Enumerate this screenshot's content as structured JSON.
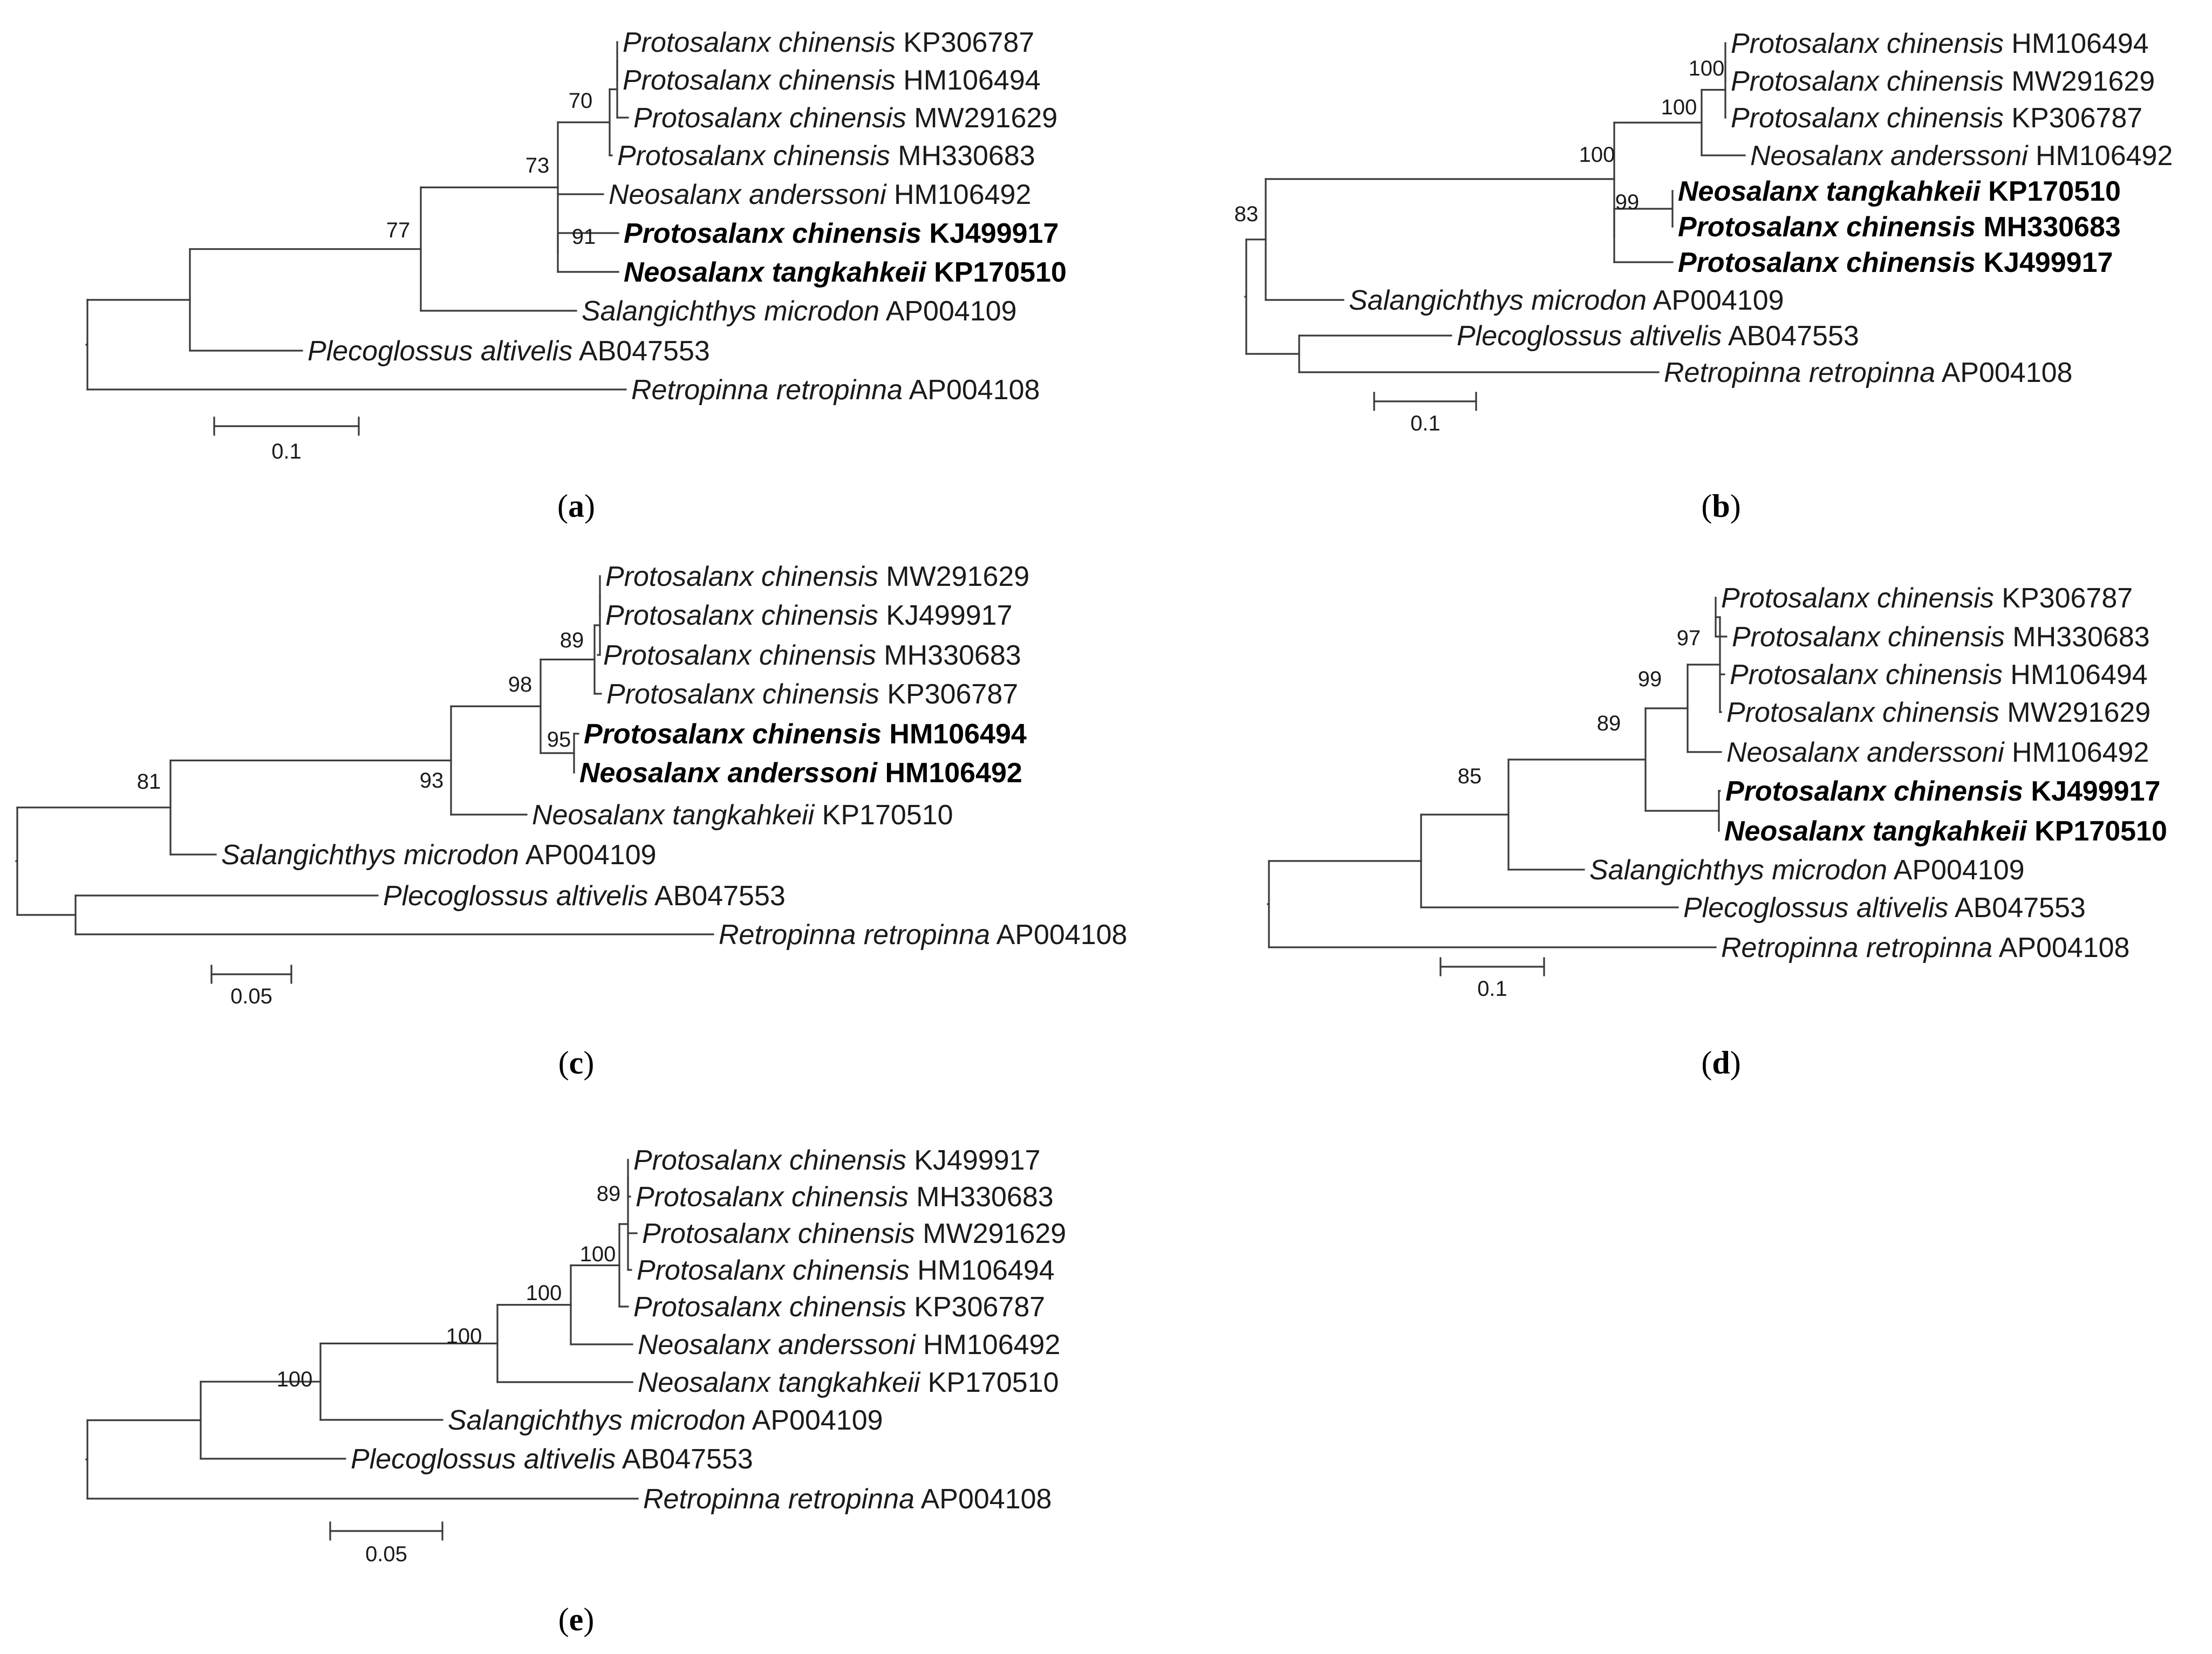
{
  "panels": [
    {
      "id": "a",
      "label": "a",
      "scale": "0.1",
      "leaves": [
        {
          "id": "P_KP306787",
          "species": "Protosalanx chinensis",
          "accession": "KP306787",
          "bold": false
        },
        {
          "id": "P_HM106494",
          "species": "Protosalanx chinensis",
          "accession": "HM106494",
          "bold": false
        },
        {
          "id": "P_MW291629",
          "species": "Protosalanx chinensis",
          "accession": "MW291629",
          "bold": false
        },
        {
          "id": "P_MH330683",
          "species": "Protosalanx chinensis",
          "accession": "MH330683",
          "bold": false
        },
        {
          "id": "N_HM106492",
          "species": "Neosalanx anderssoni",
          "accession": "HM106492",
          "bold": false
        },
        {
          "id": "P_KJ499917",
          "species": "Protosalanx chinensis",
          "accession": "KJ499917",
          "bold": true
        },
        {
          "id": "N_KP170510",
          "species": "Neosalanx tangkahkeii",
          "accession": "KP170510",
          "bold": true
        },
        {
          "id": "S_AP004109",
          "species": "Salangichthys microdon",
          "accession": "AP004109",
          "bold": false
        },
        {
          "id": "Pl_AB047553",
          "species": "Plecoglossus altivelis",
          "accession": "AB047553",
          "bold": false
        },
        {
          "id": "R_AP004108",
          "species": "Retropinna retropinna",
          "accession": "AP004108",
          "bold": false
        }
      ],
      "support_values": [
        "70",
        "73",
        "91",
        "77"
      ]
    },
    {
      "id": "b",
      "label": "b",
      "scale": "0.1",
      "leaves": [
        {
          "id": "P_HM106494",
          "species": "Protosalanx chinensis",
          "accession": "HM106494",
          "bold": false
        },
        {
          "id": "P_MW291629",
          "species": "Protosalanx chinensis",
          "accession": "MW291629",
          "bold": false
        },
        {
          "id": "P_KP306787",
          "species": "Protosalanx chinensis",
          "accession": "KP306787",
          "bold": false
        },
        {
          "id": "N_HM106492",
          "species": "Neosalanx anderssoni",
          "accession": "HM106492",
          "bold": false
        },
        {
          "id": "N_KP170510",
          "species": "Neosalanx tangkahkeii",
          "accession": "KP170510",
          "bold": true
        },
        {
          "id": "P_MH330683",
          "species": "Protosalanx chinensis",
          "accession": "MH330683",
          "bold": true
        },
        {
          "id": "P_KJ499917",
          "species": "Protosalanx chinensis",
          "accession": "KJ499917",
          "bold": true
        },
        {
          "id": "S_AP004109",
          "species": "Salangichthys microdon",
          "accession": "AP004109",
          "bold": false
        },
        {
          "id": "Pl_AB047553",
          "species": "Plecoglossus altivelis",
          "accession": "AB047553",
          "bold": false
        },
        {
          "id": "R_AP004108",
          "species": "Retropinna retropinna",
          "accession": "AP004108",
          "bold": false
        }
      ],
      "support_values": [
        "100",
        "100",
        "99",
        "100",
        "83"
      ]
    },
    {
      "id": "c",
      "label": "c",
      "scale": "0.05",
      "leaves": [
        {
          "id": "P_MW291629",
          "species": "Protosalanx chinensis",
          "accession": "MW291629",
          "bold": false
        },
        {
          "id": "P_KJ499917",
          "species": "Protosalanx chinensis",
          "accession": "KJ499917",
          "bold": false
        },
        {
          "id": "P_MH330683",
          "species": "Protosalanx chinensis",
          "accession": "MH330683",
          "bold": false
        },
        {
          "id": "P_KP306787",
          "species": "Protosalanx chinensis",
          "accession": "KP306787",
          "bold": false
        },
        {
          "id": "P_HM106494",
          "species": "Protosalanx chinensis",
          "accession": "HM106494",
          "bold": true
        },
        {
          "id": "N_HM106492",
          "species": "Neosalanx anderssoni",
          "accession": "HM106492",
          "bold": true
        },
        {
          "id": "N_KP170510",
          "species": "Neosalanx tangkahkeii",
          "accession": "KP170510",
          "bold": false
        },
        {
          "id": "S_AP004109",
          "species": "Salangichthys microdon",
          "accession": "AP004109",
          "bold": false
        },
        {
          "id": "Pl_AB047553",
          "species": "Plecoglossus altivelis",
          "accession": "AB047553",
          "bold": false
        },
        {
          "id": "R_AP004108",
          "species": "Retropinna retropinna",
          "accession": "AP004108",
          "bold": false
        }
      ],
      "support_values": [
        "89",
        "95",
        "98",
        "93",
        "81"
      ]
    },
    {
      "id": "d",
      "label": "d",
      "scale": "0.1",
      "leaves": [
        {
          "id": "P_KP306787",
          "species": "Protosalanx chinensis",
          "accession": "KP306787",
          "bold": false
        },
        {
          "id": "P_MH330683",
          "species": "Protosalanx chinensis",
          "accession": "MH330683",
          "bold": false
        },
        {
          "id": "P_HM106494",
          "species": "Protosalanx chinensis",
          "accession": "HM106494",
          "bold": false
        },
        {
          "id": "P_MW291629",
          "species": "Protosalanx chinensis",
          "accession": "MW291629",
          "bold": false
        },
        {
          "id": "N_HM106492",
          "species": "Neosalanx anderssoni",
          "accession": "HM106492",
          "bold": false
        },
        {
          "id": "P_KJ499917",
          "species": "Protosalanx chinensis",
          "accession": "KJ499917",
          "bold": true
        },
        {
          "id": "N_KP170510",
          "species": "Neosalanx tangkahkeii",
          "accession": "KP170510",
          "bold": true
        },
        {
          "id": "S_AP004109",
          "species": "Salangichthys microdon",
          "accession": "AP004109",
          "bold": false
        },
        {
          "id": "Pl_AB047553",
          "species": "Plecoglossus altivelis",
          "accession": "AB047553",
          "bold": false
        },
        {
          "id": "R_AP004108",
          "species": "Retropinna retropinna",
          "accession": "AP004108",
          "bold": false
        }
      ],
      "support_values": [
        "97",
        "99",
        "89",
        "85"
      ]
    },
    {
      "id": "e",
      "label": "e",
      "scale": "0.05",
      "leaves": [
        {
          "id": "P_KJ499917",
          "species": "Protosalanx chinensis",
          "accession": "KJ499917",
          "bold": false
        },
        {
          "id": "P_MH330683",
          "species": "Protosalanx chinensis",
          "accession": "MH330683",
          "bold": false
        },
        {
          "id": "P_MW291629",
          "species": "Protosalanx chinensis",
          "accession": "MW291629",
          "bold": false
        },
        {
          "id": "P_HM106494",
          "species": "Protosalanx chinensis",
          "accession": "HM106494",
          "bold": false
        },
        {
          "id": "P_KP306787",
          "species": "Protosalanx chinensis",
          "accession": "KP306787",
          "bold": false
        },
        {
          "id": "N_HM106492",
          "species": "Neosalanx anderssoni",
          "accession": "HM106492",
          "bold": false
        },
        {
          "id": "N_KP170510",
          "species": "Neosalanx tangkahkeii",
          "accession": "KP170510",
          "bold": false
        },
        {
          "id": "S_AP004109",
          "species": "Salangichthys microdon",
          "accession": "AP004109",
          "bold": false
        },
        {
          "id": "Pl_AB047553",
          "species": "Plecoglossus altivelis",
          "accession": "AB047553",
          "bold": false
        },
        {
          "id": "R_AP004108",
          "species": "Retropinna retropinna",
          "accession": "AP004108",
          "bold": false
        }
      ],
      "support_values": [
        "89",
        "100",
        "100",
        "100",
        "100"
      ]
    }
  ]
}
